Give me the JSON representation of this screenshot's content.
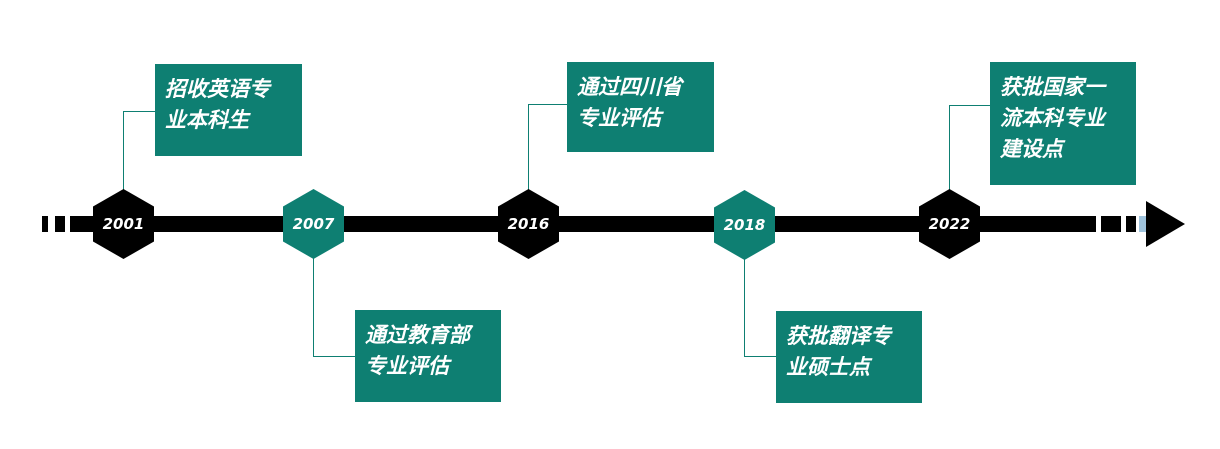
{
  "milestones": [
    {
      "year": "2001",
      "text": "招收英语专\n业本科生"
    },
    {
      "year": "2007",
      "text": "通过教育部\n专业评估"
    },
    {
      "year": "2016",
      "text": " 通过四川省\n专业评估"
    },
    {
      "year": "2018",
      "text": "获批翻译专\n业硕士点"
    },
    {
      "year": "2022",
      "text": "获批国家一\n流本科专业\n建设点"
    }
  ],
  "colors": {
    "teal": "#0e7f72",
    "black": "#000000"
  }
}
